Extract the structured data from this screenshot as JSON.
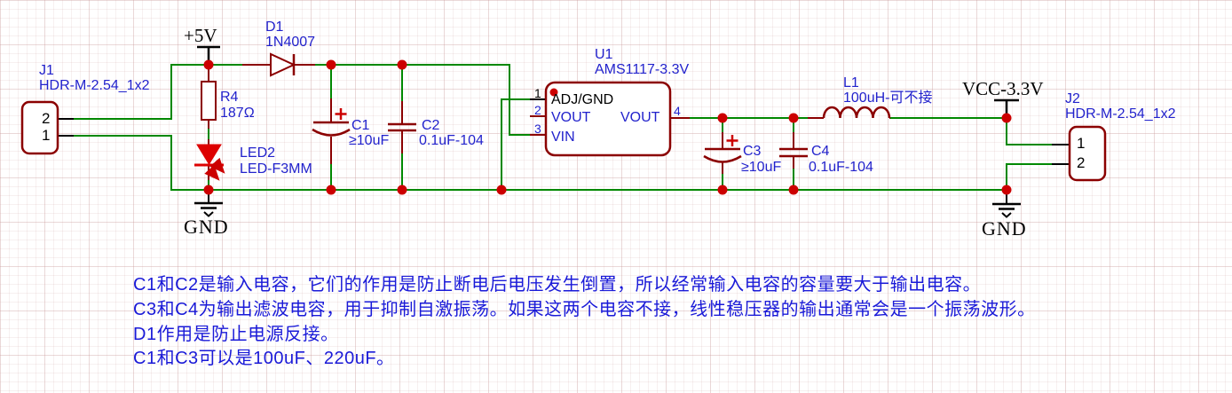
{
  "schematic": {
    "nets": {
      "vcc_in": "+5V",
      "vcc_out": "VCC-3.3V",
      "gnd_left": "GND",
      "gnd_right": "GND"
    },
    "components": {
      "j1": {
        "ref": "J1",
        "value": "HDR-M-2.54_1x2",
        "pin_top": "2",
        "pin_bottom": "1"
      },
      "d1": {
        "ref": "D1",
        "value": "1N4007"
      },
      "r4": {
        "ref": "R4",
        "value": "187Ω"
      },
      "led2": {
        "ref": "LED2",
        "value": "LED-F3MM"
      },
      "c1": {
        "ref": "C1",
        "value": "≥10uF",
        "polarity": "+"
      },
      "c2": {
        "ref": "C2",
        "value": "0.1uF-104"
      },
      "u1": {
        "ref": "U1",
        "value": "AMS1117-3.3V",
        "pin1": "1",
        "pin2": "2",
        "pin3": "3",
        "pin4": "4",
        "pin1_name": "ADJ/GND",
        "pin2_name": "VOUT",
        "pin3_name": "VIN",
        "pin4_name": "VOUT"
      },
      "c3": {
        "ref": "C3",
        "value": "≥10uF",
        "polarity": "+"
      },
      "c4": {
        "ref": "C4",
        "value": "0.1uF-104"
      },
      "l1": {
        "ref": "L1",
        "value": "100uH-可不接"
      },
      "j2": {
        "ref": "J2",
        "value": "HDR-M-2.54_1x2",
        "pin_top": "1",
        "pin_bottom": "2"
      }
    },
    "colors": {
      "wire_green": "#008800",
      "component_outline": "#8B0000",
      "junction_dot": "#CC0000",
      "label_blue": "#2222CC",
      "annotation_blue": "#1A1AD8",
      "led_red": "#DD0000",
      "black": "#000000"
    }
  },
  "annotations": {
    "line1": "C1和C2是输入电容，它们的作用是防止断电后电压发生倒置，所以经常输入电容的容量要大于输出电容。",
    "line2": "C3和C4为输出滤波电容，用于抑制自激振荡。如果这两个电容不接，线性稳压器的输出通常会是一个振荡波形。",
    "line3": "D1作用是防止电源反接。",
    "line4": "C1和C3可以是100uF、220uF。"
  }
}
